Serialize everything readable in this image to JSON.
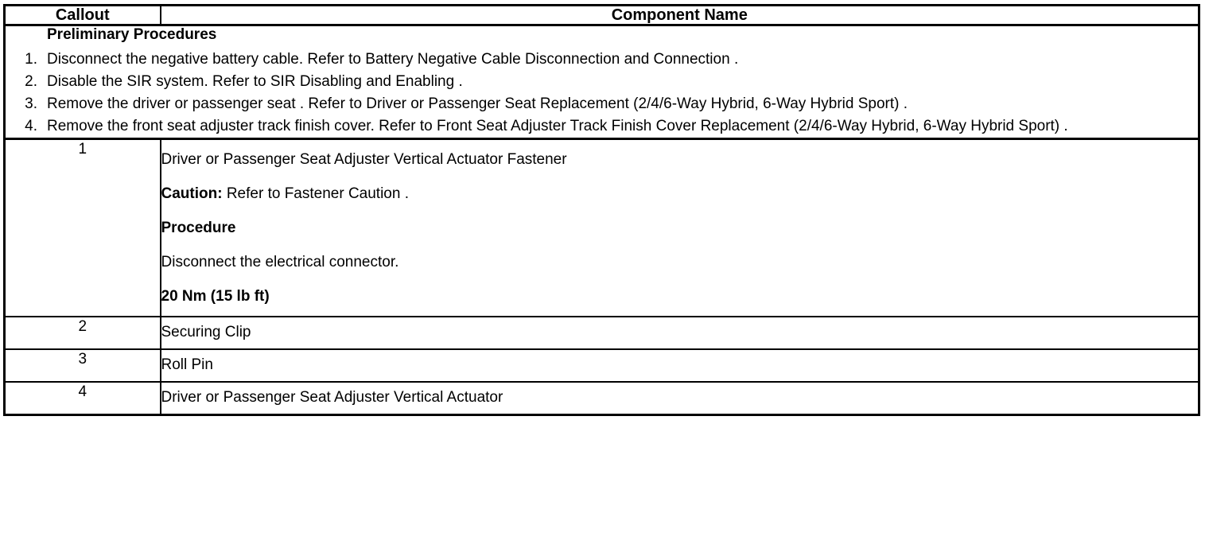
{
  "table": {
    "headers": {
      "callout": "Callout",
      "component_name": "Component Name"
    },
    "preliminary": {
      "title": "Preliminary Procedures",
      "steps": [
        {
          "number": "1.",
          "text": "Disconnect the negative battery cable. Refer to Battery Negative Cable Disconnection and Connection ."
        },
        {
          "number": "2.",
          "text": "Disable the SIR system. Refer to SIR Disabling and Enabling ."
        },
        {
          "number": "3.",
          "text": "Remove the driver or passenger seat . Refer to Driver or Passenger Seat Replacement (2/4/6-Way Hybrid, 6-Way Hybrid Sport) ."
        },
        {
          "number": "4.",
          "text": "Remove the front seat adjuster track finish cover. Refer to Front Seat Adjuster Track Finish Cover Replacement (2/4/6-Way Hybrid, 6-Way Hybrid Sport) ."
        }
      ]
    },
    "rows": [
      {
        "callout": "1",
        "name": "Driver or Passenger Seat Adjuster Vertical Actuator Fastener",
        "caution_label": "Caution:",
        "caution_text": "Refer to Fastener Caution .",
        "procedure_label": "Procedure",
        "procedure_text": "Disconnect the electrical connector.",
        "torque": "20 Nm (15 lb ft)"
      },
      {
        "callout": "2",
        "name": "Securing Clip"
      },
      {
        "callout": "3",
        "name": "Roll Pin"
      },
      {
        "callout": "4",
        "name": "Driver or Passenger Seat Adjuster Vertical Actuator"
      }
    ]
  }
}
